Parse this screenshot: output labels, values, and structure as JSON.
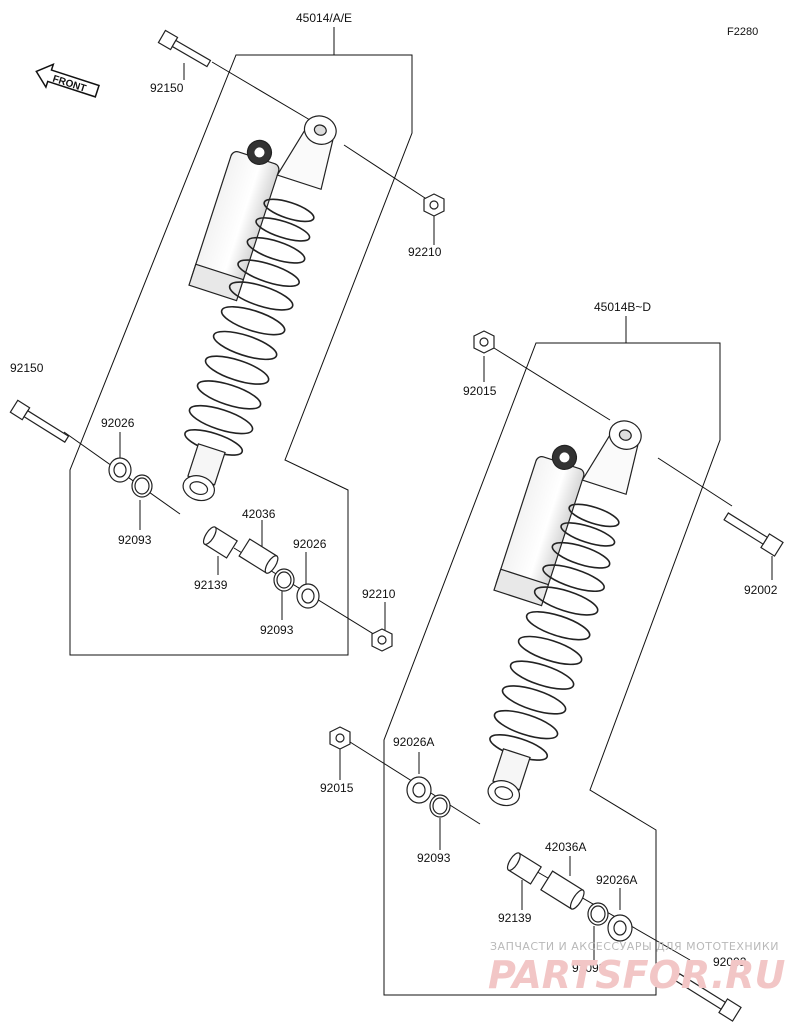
{
  "figure_code": "F2280",
  "front_label": "FRONT",
  "assemblies": {
    "upper": {
      "title": "45014/A/E"
    },
    "lower": {
      "title": "45014B~D"
    }
  },
  "labels": {
    "u_bolt_top": "92150",
    "u_nut_top": "92210",
    "u_bolt_left": "92150",
    "u_washer_outer": "92026",
    "u_seal_left": "92093",
    "u_bushing_inner": "92139",
    "u_collar": "42036",
    "u_washer_right": "92026",
    "u_seal_right": "92093",
    "u_nut_bottom": "92210",
    "l_nut_top": "92015",
    "l_bolt_top": "92002",
    "l_nut_left": "92015",
    "l_washer_left": "92026A",
    "l_seal_left": "92093",
    "l_bushing": "92139",
    "l_collar": "42036A",
    "l_washer_right": "92026A",
    "l_seal_right": "92093",
    "l_bolt_bottom": "92002"
  },
  "watermark": {
    "tagline": "ЗАПЧАСТИ И АКСЕССУАРЫ ДЛЯ МОТОТЕХНИКИ",
    "brand": "PARTSFOR.RU"
  },
  "colors": {
    "line": "#111111",
    "watermark_text": "#b9b9b9",
    "watermark_brand": "#f2c6c6"
  }
}
